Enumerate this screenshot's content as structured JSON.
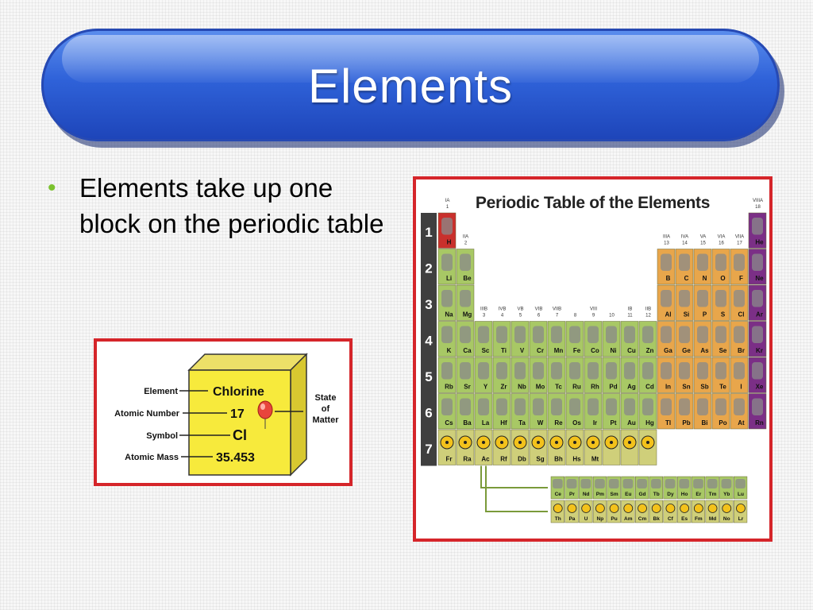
{
  "slide": {
    "title": "Elements",
    "bullets": [
      "Elements take up one block on the periodic table"
    ]
  },
  "element_card": {
    "labels": {
      "element": "Element",
      "atomic_number": "Atomic Number",
      "symbol": "Symbol",
      "atomic_mass": "Atomic Mass",
      "state": [
        "State",
        "of",
        "Matter"
      ]
    },
    "values": {
      "name": "Chlorine",
      "number": "17",
      "symbol": "Cl",
      "mass": "35.453"
    },
    "colors": {
      "cube_face": "#f7ea3c",
      "cube_side": "#d8c830",
      "balloon": "#e8453c"
    }
  },
  "periodic_table": {
    "title": "Periodic Table of the Elements",
    "period_numbers": [
      "1",
      "2",
      "3",
      "4",
      "5",
      "6",
      "7"
    ],
    "group_labels": {
      "ia": [
        "IA",
        "1"
      ],
      "iia": [
        "IIA",
        "2"
      ],
      "iiia": [
        "IIIA",
        "13"
      ],
      "iva": [
        "IVA",
        "14"
      ],
      "va": [
        "VA",
        "15"
      ],
      "via": [
        "VIA",
        "16"
      ],
      "viia": [
        "VIIA",
        "17"
      ],
      "viiia": [
        "VIIIA",
        "18"
      ],
      "transition": [
        [
          "IIIB",
          "3"
        ],
        [
          "IVB",
          "4"
        ],
        [
          "VB",
          "5"
        ],
        [
          "VIB",
          "6"
        ],
        [
          "VIIB",
          "7"
        ],
        [
          "",
          "8"
        ],
        [
          "VIII",
          "9"
        ],
        [
          "",
          "10"
        ],
        [
          "IB",
          "11"
        ],
        [
          "IIB",
          "12"
        ]
      ]
    },
    "rows": [
      {
        "period": 1,
        "cells": [
          {
            "g": 1,
            "s": "H",
            "c": "red"
          },
          {
            "g": 18,
            "s": "He",
            "c": "purple"
          }
        ]
      },
      {
        "period": 2,
        "cells": [
          {
            "g": 1,
            "s": "Li",
            "c": "green"
          },
          {
            "g": 2,
            "s": "Be",
            "c": "green"
          },
          {
            "g": 13,
            "s": "B",
            "c": "orange"
          },
          {
            "g": 14,
            "s": "C",
            "c": "orange"
          },
          {
            "g": 15,
            "s": "N",
            "c": "orange"
          },
          {
            "g": 16,
            "s": "O",
            "c": "orange"
          },
          {
            "g": 17,
            "s": "F",
            "c": "orange"
          },
          {
            "g": 18,
            "s": "Ne",
            "c": "purple"
          }
        ]
      },
      {
        "period": 3,
        "cells": [
          {
            "g": 1,
            "s": "Na",
            "c": "green"
          },
          {
            "g": 2,
            "s": "Mg",
            "c": "green"
          },
          {
            "g": 13,
            "s": "Al",
            "c": "orange"
          },
          {
            "g": 14,
            "s": "Si",
            "c": "orange"
          },
          {
            "g": 15,
            "s": "P",
            "c": "orange"
          },
          {
            "g": 16,
            "s": "S",
            "c": "orange"
          },
          {
            "g": 17,
            "s": "Cl",
            "c": "orange"
          },
          {
            "g": 18,
            "s": "Ar",
            "c": "purple"
          }
        ]
      },
      {
        "period": 4,
        "cells": [
          {
            "g": 1,
            "s": "K",
            "c": "green"
          },
          {
            "g": 2,
            "s": "Ca",
            "c": "green"
          },
          {
            "g": 3,
            "s": "Sc",
            "c": "green"
          },
          {
            "g": 4,
            "s": "Ti",
            "c": "green"
          },
          {
            "g": 5,
            "s": "V",
            "c": "green"
          },
          {
            "g": 6,
            "s": "Cr",
            "c": "green"
          },
          {
            "g": 7,
            "s": "Mn",
            "c": "green"
          },
          {
            "g": 8,
            "s": "Fe",
            "c": "green"
          },
          {
            "g": 9,
            "s": "Co",
            "c": "green"
          },
          {
            "g": 10,
            "s": "Ni",
            "c": "green"
          },
          {
            "g": 11,
            "s": "Cu",
            "c": "green"
          },
          {
            "g": 12,
            "s": "Zn",
            "c": "green"
          },
          {
            "g": 13,
            "s": "Ga",
            "c": "orange"
          },
          {
            "g": 14,
            "s": "Ge",
            "c": "orange"
          },
          {
            "g": 15,
            "s": "As",
            "c": "orange"
          },
          {
            "g": 16,
            "s": "Se",
            "c": "orange"
          },
          {
            "g": 17,
            "s": "Br",
            "c": "orange"
          },
          {
            "g": 18,
            "s": "Kr",
            "c": "purple"
          }
        ]
      },
      {
        "period": 5,
        "cells": [
          {
            "g": 1,
            "s": "Rb",
            "c": "green"
          },
          {
            "g": 2,
            "s": "Sr",
            "c": "green"
          },
          {
            "g": 3,
            "s": "Y",
            "c": "green"
          },
          {
            "g": 4,
            "s": "Zr",
            "c": "green"
          },
          {
            "g": 5,
            "s": "Nb",
            "c": "green"
          },
          {
            "g": 6,
            "s": "Mo",
            "c": "green"
          },
          {
            "g": 7,
            "s": "Tc",
            "c": "green"
          },
          {
            "g": 8,
            "s": "Ru",
            "c": "green"
          },
          {
            "g": 9,
            "s": "Rh",
            "c": "green"
          },
          {
            "g": 10,
            "s": "Pd",
            "c": "green"
          },
          {
            "g": 11,
            "s": "Ag",
            "c": "green"
          },
          {
            "g": 12,
            "s": "Cd",
            "c": "green"
          },
          {
            "g": 13,
            "s": "In",
            "c": "orange"
          },
          {
            "g": 14,
            "s": "Sn",
            "c": "orange"
          },
          {
            "g": 15,
            "s": "Sb",
            "c": "orange"
          },
          {
            "g": 16,
            "s": "Te",
            "c": "orange"
          },
          {
            "g": 17,
            "s": "I",
            "c": "orange"
          },
          {
            "g": 18,
            "s": "Xe",
            "c": "purple"
          }
        ]
      },
      {
        "period": 6,
        "cells": [
          {
            "g": 1,
            "s": "Cs",
            "c": "green"
          },
          {
            "g": 2,
            "s": "Ba",
            "c": "green"
          },
          {
            "g": 3,
            "s": "La",
            "c": "green"
          },
          {
            "g": 4,
            "s": "Hf",
            "c": "green"
          },
          {
            "g": 5,
            "s": "Ta",
            "c": "green"
          },
          {
            "g": 6,
            "s": "W",
            "c": "green"
          },
          {
            "g": 7,
            "s": "Re",
            "c": "green"
          },
          {
            "g": 8,
            "s": "Os",
            "c": "green"
          },
          {
            "g": 9,
            "s": "Ir",
            "c": "green"
          },
          {
            "g": 10,
            "s": "Pt",
            "c": "green"
          },
          {
            "g": 11,
            "s": "Au",
            "c": "green"
          },
          {
            "g": 12,
            "s": "Hg",
            "c": "green"
          },
          {
            "g": 13,
            "s": "Tl",
            "c": "orange"
          },
          {
            "g": 14,
            "s": "Pb",
            "c": "orange"
          },
          {
            "g": 15,
            "s": "Bi",
            "c": "orange"
          },
          {
            "g": 16,
            "s": "Po",
            "c": "orange"
          },
          {
            "g": 17,
            "s": "At",
            "c": "orange"
          },
          {
            "g": 18,
            "s": "Rn",
            "c": "purple"
          }
        ]
      },
      {
        "period": 7,
        "cells": [
          {
            "g": 1,
            "s": "Fr",
            "c": "yellow"
          },
          {
            "g": 2,
            "s": "Ra",
            "c": "yellow"
          },
          {
            "g": 3,
            "s": "Ac",
            "c": "yellow"
          },
          {
            "g": 4,
            "s": "Rf",
            "c": "yellow"
          },
          {
            "g": 5,
            "s": "Db",
            "c": "yellow"
          },
          {
            "g": 6,
            "s": "Sg",
            "c": "yellow"
          },
          {
            "g": 7,
            "s": "Bh",
            "c": "yellow"
          },
          {
            "g": 8,
            "s": "Hs",
            "c": "yellow"
          },
          {
            "g": 9,
            "s": "Mt",
            "c": "yellow"
          },
          {
            "g": 10,
            "s": "",
            "c": "yellow"
          },
          {
            "g": 11,
            "s": "",
            "c": "yellow"
          },
          {
            "g": 12,
            "s": "",
            "c": "yellow"
          }
        ]
      }
    ],
    "lanthanides": [
      "Ce",
      "Pr",
      "Nd",
      "Pm",
      "Sm",
      "Eu",
      "Gd",
      "Tb",
      "Dy",
      "Ho",
      "Er",
      "Tm",
      "Yb",
      "Lu"
    ],
    "actinides": [
      "Th",
      "Pa",
      "U",
      "Np",
      "Pu",
      "Am",
      "Cm",
      "Bk",
      "Cf",
      "Es",
      "Fm",
      "Md",
      "No",
      "Lr"
    ],
    "colors": {
      "red": "#c9302c",
      "purple": "#7b2f86",
      "green": "#a8c865",
      "orange": "#e8a64b",
      "yellow": "#cfcf7a",
      "period_col": "#3f3f3f",
      "sample": "#8a8a8a"
    }
  }
}
